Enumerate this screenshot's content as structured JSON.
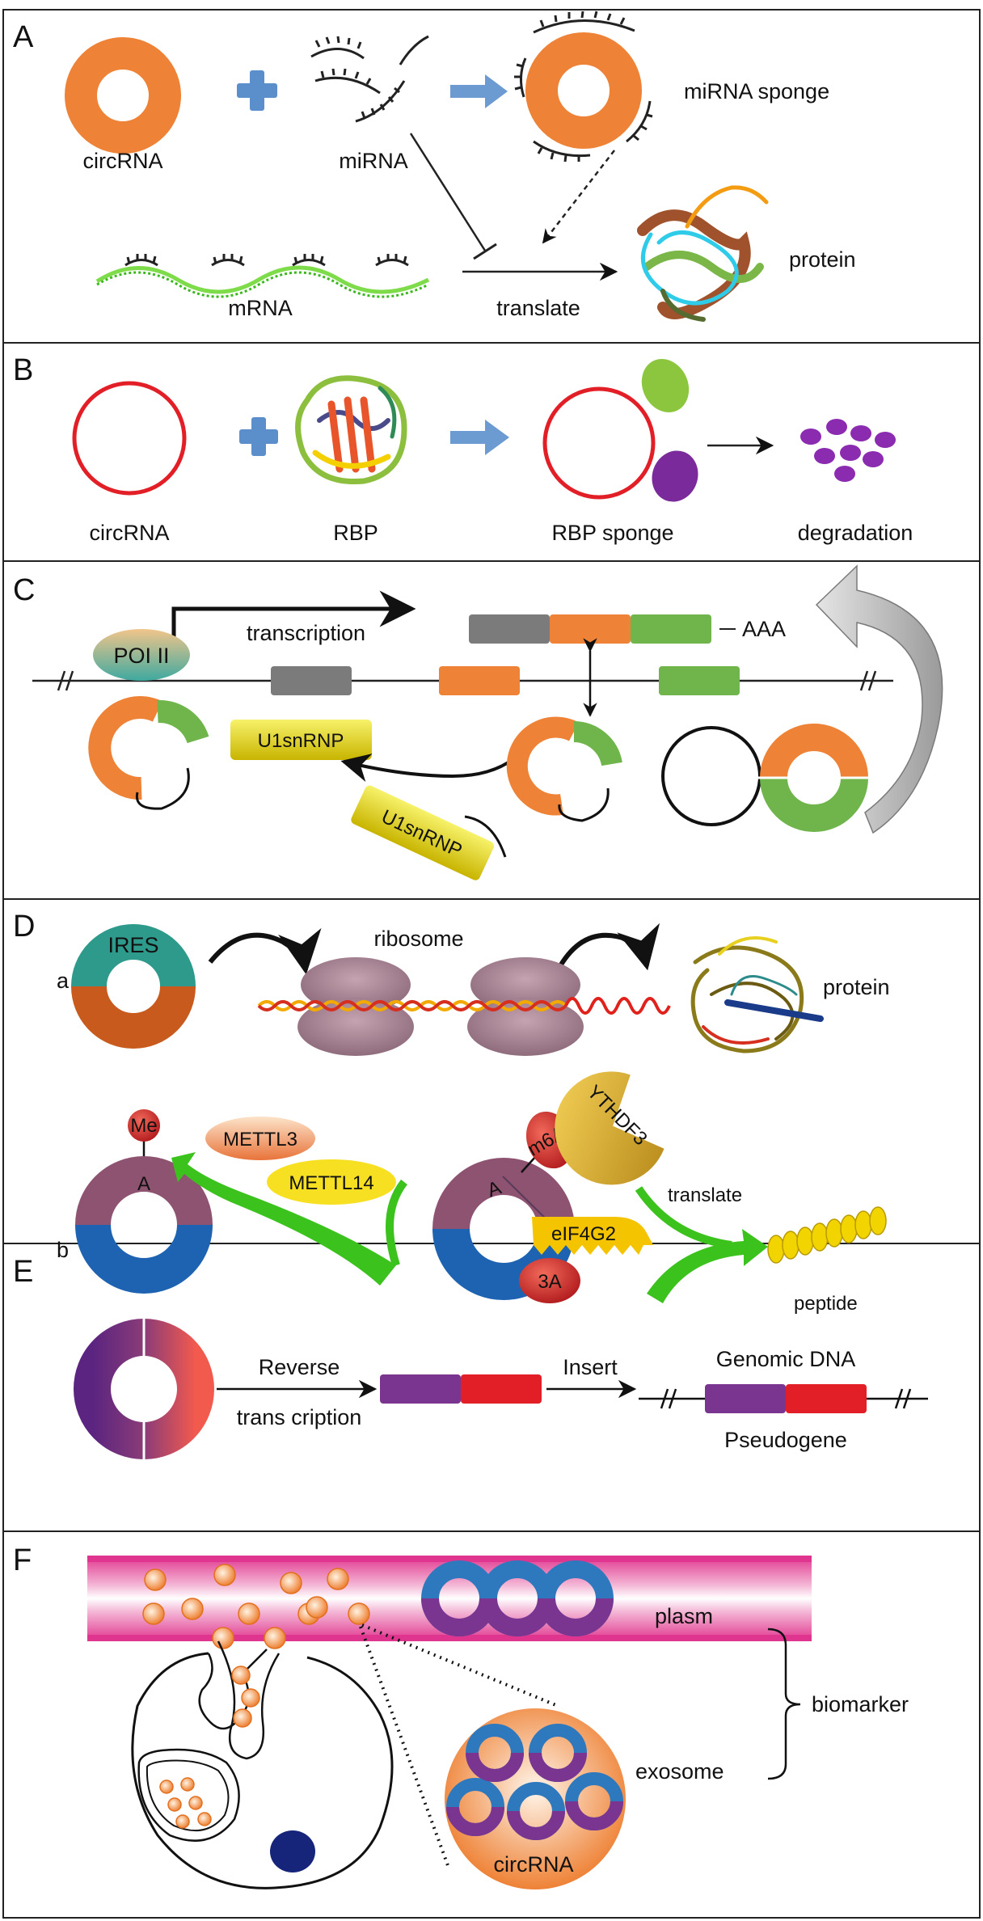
{
  "panels": {
    "A": {
      "letter": "A",
      "circrna": "circRNA",
      "mirna": "miRNA",
      "mirna_sponge": "miRNA sponge",
      "mrna": "mRNA",
      "translate": "translate",
      "protein": "protein"
    },
    "B": {
      "letter": "B",
      "circrna": "circRNA",
      "rbp": "RBP",
      "rbp_sponge": "RBP sponge",
      "degradation": "degradation"
    },
    "C": {
      "letter": "C",
      "pol": "POI II",
      "transcription": "transcription",
      "aaa": "AAA",
      "u1_top": "U1snRNP",
      "u1_bottom": "U1snRNP"
    },
    "D": {
      "letter": "D",
      "sub_a": "a",
      "sub_b": "b",
      "ires": "IRES",
      "ribosome": "ribosome",
      "protein": "protein",
      "me": "Me",
      "a_left": "A",
      "a_right": "A",
      "mettl3": "METTL3",
      "mettl14": "METTL14",
      "m6a": "m6A",
      "ythdf3": "YTHDF3",
      "eif4g2": "eIF4G2",
      "three_a": "3A",
      "translate": "translate",
      "peptide": "peptide"
    },
    "E": {
      "letter": "E",
      "reverse": "Reverse",
      "trans_cription": "trans cription",
      "insert": "Insert",
      "genomic_dna": "Genomic DNA",
      "pseudogene": "Pseudogene"
    },
    "F": {
      "letter": "F",
      "plasm": "plasm",
      "biomarker": "biomarker",
      "exosome": "exosome",
      "circrna": "circRNA"
    }
  },
  "colors": {
    "orange": "#EE8236",
    "red_ring": "#E21F26",
    "green": "#6FB54B",
    "gray": "#7B7B7B",
    "arrow_blue": "#6C9BD2",
    "plus_blue": "#5B8FCC",
    "vessel_pink": "#E0358E",
    "ring_blue": "#2E78BE",
    "ring_purple": "#7A3590",
    "mauve": "#8E5371",
    "deep_blue": "#1D63B2",
    "bright_green": "#3BC21D",
    "yellow": "#F0E030",
    "dark_orange": "#C85A1E",
    "teal": "#2E9A8C"
  }
}
